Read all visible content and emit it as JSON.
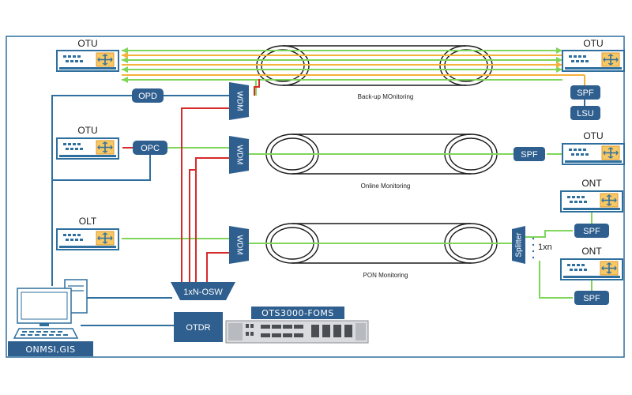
{
  "devices": {
    "otu_top_left": "OTU",
    "otu_top_right": "OTU",
    "otu_mid_left": "OTU",
    "otu_mid_right": "OTU",
    "olt": "OLT",
    "ont_upper": "ONT",
    "ont_lower": "ONT"
  },
  "boxes": {
    "opd": "OPD",
    "opc": "OPC",
    "wdm": "WDM",
    "spf": "SPF",
    "lsu": "LSU",
    "splitter": "Splitter",
    "osw": "1xN-OSW",
    "otdr": "OTDR"
  },
  "labels": {
    "backup_monitoring": "Back-up MOnitoring",
    "online_monitoring": "Online Monitoring",
    "pon_monitoring": "PON Monitoring",
    "split_ratio": "1xn",
    "product_name": "OTS3000-FOMS",
    "workstation": "ONMSI,GIS"
  },
  "colors": {
    "box_blue": "#2f5f8f",
    "cable_blue": "#2e6f9e",
    "link_green": "#7fd65a",
    "link_yellow": "#f5b23a",
    "link_red": "#d62b2b"
  }
}
